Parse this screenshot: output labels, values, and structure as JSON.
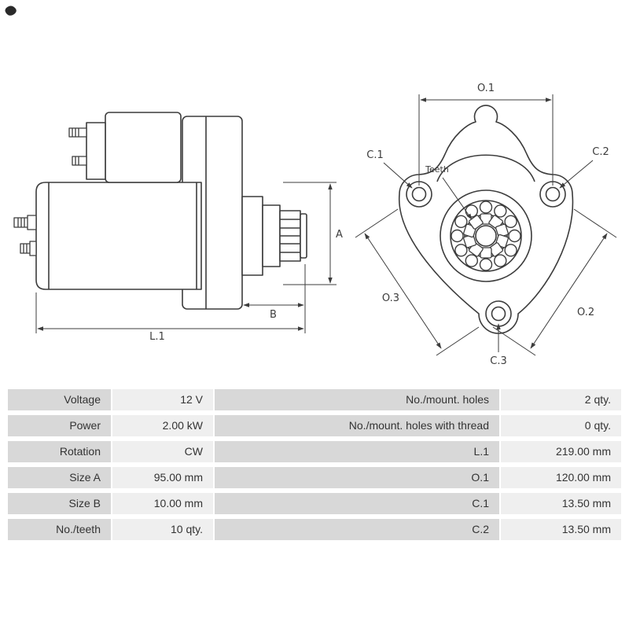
{
  "diagram": {
    "side_view": {
      "dim_a": "A",
      "dim_b": "B",
      "dim_l1": "L.1"
    },
    "front_view": {
      "dim_o1": "O.1",
      "dim_c1": "C.1",
      "dim_c2": "C.2",
      "dim_c3": "C.3",
      "dim_o2": "O.2",
      "dim_o3": "O.3",
      "teeth_label": "Teeth"
    }
  },
  "table": {
    "rows": [
      {
        "label_left": "Voltage",
        "value_left": "12 V",
        "label_right": "No./mount. holes",
        "value_right": "2 qty."
      },
      {
        "label_left": "Power",
        "value_left": "2.00 kW",
        "label_right": "No./mount. holes with thread",
        "value_right": "0 qty."
      },
      {
        "label_left": "Rotation",
        "value_left": "CW",
        "label_right": "L.1",
        "value_right": "219.00 mm"
      },
      {
        "label_left": "Size A",
        "value_left": "95.00 mm",
        "label_right": "O.1",
        "value_right": "120.00 mm"
      },
      {
        "label_left": "Size B",
        "value_left": "10.00 mm",
        "label_right": "C.1",
        "value_right": "13.50 mm"
      },
      {
        "label_left": "No./teeth",
        "value_left": "10 qty.",
        "label_right": "C.2",
        "value_right": "13.50 mm"
      }
    ]
  },
  "colors": {
    "line": "#3c3c3c",
    "label_cell_bg": "#d8d8d8",
    "value_cell_bg": "#efefef",
    "text": "#333333"
  }
}
